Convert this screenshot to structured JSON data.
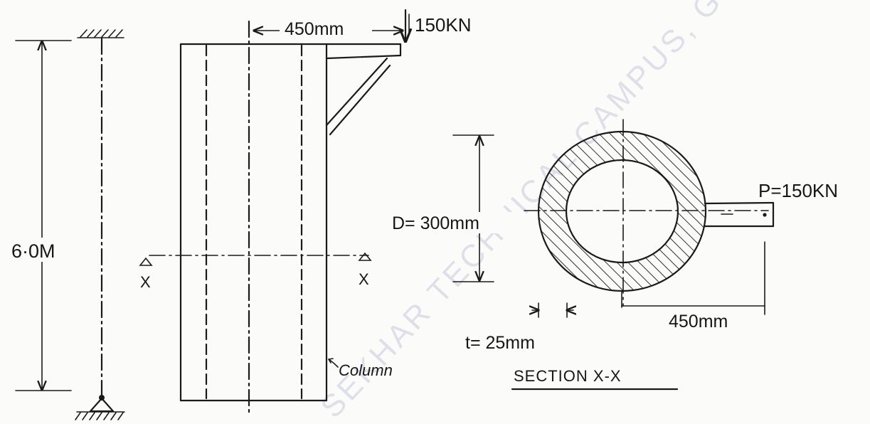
{
  "labels": {
    "height": "6·0M",
    "top_load": "150KN",
    "eccentricity_top": "450mm",
    "section_mark_left": "X",
    "section_mark_right": "X",
    "column": "Column",
    "diameter": "D= 300mm",
    "thickness": "t= 25mm",
    "load_p": "P=150KN",
    "eccentricity_section": "450mm",
    "section_title": "SECTION X-X"
  },
  "watermark": "SEKHAR TECHNICAL CAMPUS, G",
  "colors": {
    "ink": "#1a1a1a",
    "watermark": "#8080b8",
    "paper": "#fbfbf9"
  }
}
